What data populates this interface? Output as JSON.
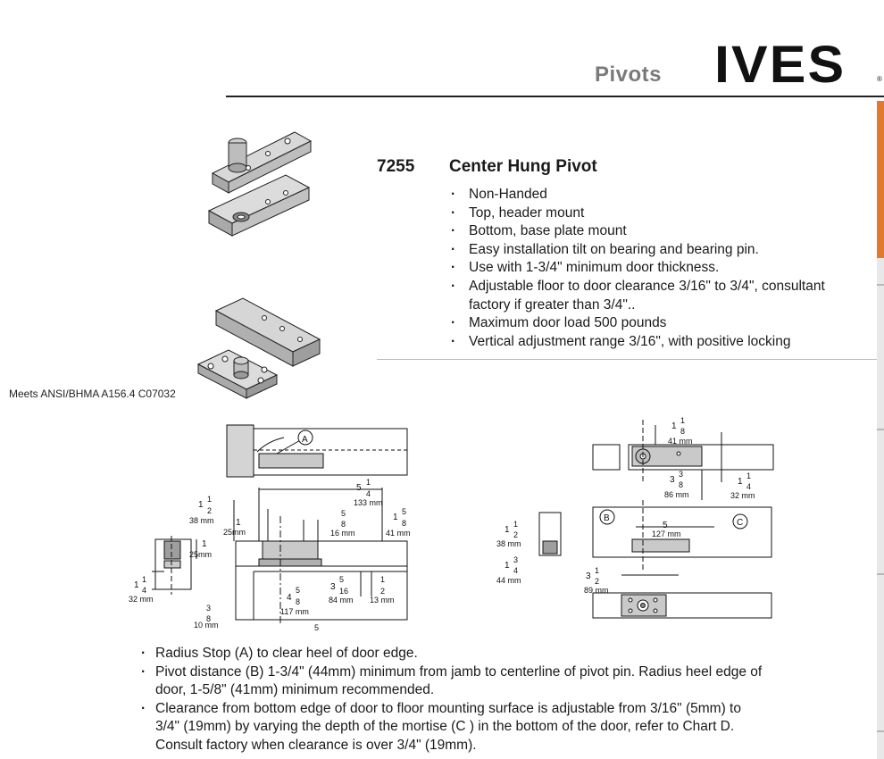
{
  "header": {
    "section": "Pivots",
    "brand": "IVES",
    "brand_mark": "®"
  },
  "product": {
    "model": "7255",
    "title": "Center Hung Pivot",
    "features": [
      "Non-Handed",
      "Top, header mount",
      "Bottom, base plate mount",
      "Easy installation tilt on bearing and bearing pin.",
      "Use with 1-3/4\" minimum door thickness.",
      "Adjustable floor to door clearance 3/16\" to 3/4\", consultant factory if greater than 3/4\"..",
      "Maximum door load 500 pounds",
      "Vertical adjustment range 3/16\", with positive locking"
    ]
  },
  "certification": "Meets ANSI/BHMA  A156.4 C07032",
  "diagram_labels": {
    "left_view": {
      "callout_a": "A",
      "d_5_1_4_w": "5",
      "d_5_1_4_n": "1",
      "d_5_1_4_d": "4",
      "d_5_1_4_mm": "133 mm",
      "d_1_1_2_w": "1",
      "d_1_1_2_n": "1",
      "d_1_1_2_d": "2",
      "d_1_1_2_mm": "38 mm",
      "d_1_w": "1",
      "d_1_mm": "25mm",
      "d_5_8_n": "5",
      "d_5_8_d": "8",
      "d_5_8_mm": "16 mm",
      "d_1_5_8_w": "1",
      "d_1_5_8_n": "5",
      "d_1_5_8_d": "8",
      "d_1_5_8_mm": "41 mm",
      "d_side_1_w": "1",
      "d_side_1_mm": "25mm",
      "d_1_1_4_w": "1",
      "d_1_1_4_n": "1",
      "d_1_1_4_d": "4",
      "d_1_1_4_mm": "32 mm",
      "d_3_5_16_w": "3",
      "d_3_5_16_n": "5",
      "d_3_5_16_d": "16",
      "d_3_5_16_mm": "84 mm",
      "d_1_2_n": "1",
      "d_1_2_d": "2",
      "d_1_2_mm": "13 mm",
      "d_4_5_8_w": "4",
      "d_4_5_8_n": "5",
      "d_4_5_8_d": "8",
      "d_4_5_8_mm": "117 mm",
      "d_3_8_n": "3",
      "d_3_8_d": "8",
      "d_3_8_mm": "10 mm",
      "d_cut_5": "5"
    },
    "right_view": {
      "d_1_1_8_w": "1",
      "d_1_1_8_n": "1",
      "d_1_1_8_d": "8",
      "d_1_1_8_mm": "41 mm",
      "d_3_3_8_w": "3",
      "d_3_3_8_n": "3",
      "d_3_3_8_d": "8",
      "d_3_3_8_mm": "86 mm",
      "d_1_1_4_w": "1",
      "d_1_1_4_n": "1",
      "d_1_1_4_d": "4",
      "d_1_1_4_mm": "32 mm",
      "callout_b": "B",
      "callout_c": "C",
      "d_5_w": "5",
      "d_5_mm": "127 mm",
      "d_1_1_2_w": "1",
      "d_1_1_2_n": "1",
      "d_1_1_2_d": "2",
      "d_1_1_2_mm": "38 mm",
      "d_1_3_4_w": "1",
      "d_1_3_4_n": "3",
      "d_1_3_4_d": "4",
      "d_1_3_4_mm": "44 mm",
      "d_3_1_2_w": "3",
      "d_3_1_2_n": "1",
      "d_3_1_2_d": "2",
      "d_3_1_2_mm": "89 mm"
    }
  },
  "notes": [
    "Radius Stop (A)  to clear heel of door edge.",
    "Pivot distance (B) 1-3/4\" (44mm) minimum from jamb to centerline of pivot pin. Radius heel edge of door, 1-5/8\" (41mm) minimum recommended.",
    "Clearance from bottom edge of door to floor mounting surface is adjustable from 3/16\" (5mm) to 3/4\" (19mm) by varying the depth of the mortise (C ) in the bottom of the door, refer to Chart D. Consult factory when clearance is over 3/4\" (19mm)."
  ],
  "colors": {
    "accent": "#e07a2e",
    "part_gray": "#c9c9c9",
    "rule": "#222222"
  }
}
